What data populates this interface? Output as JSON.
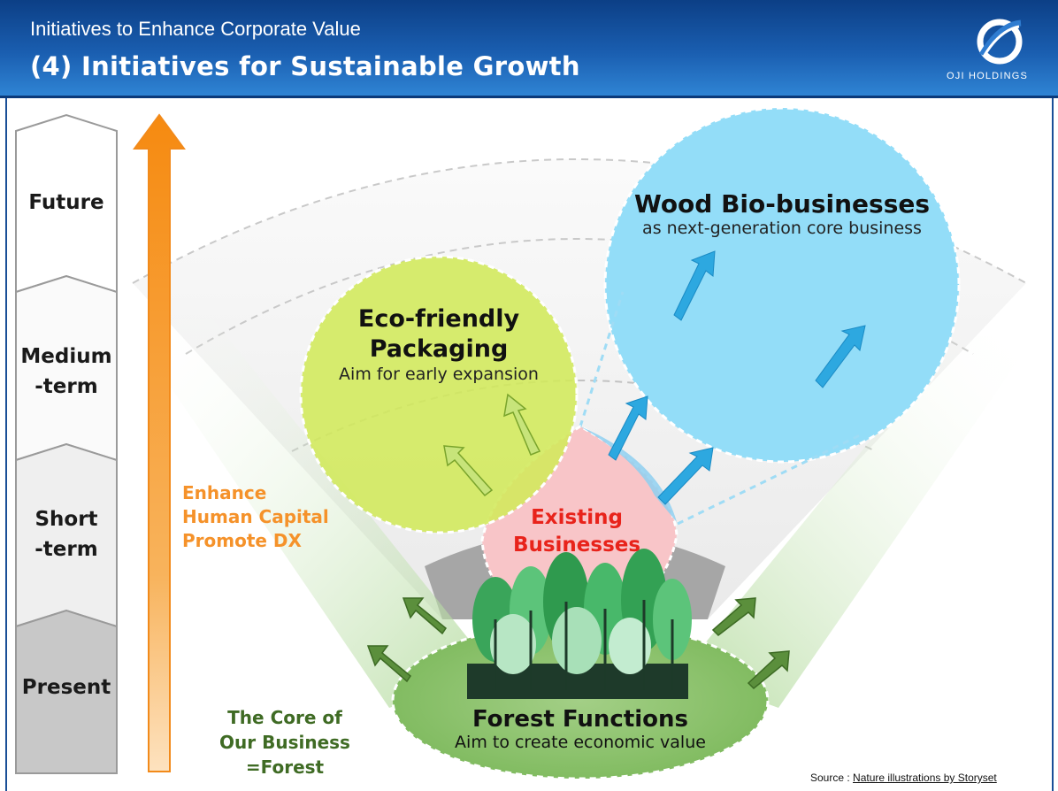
{
  "header": {
    "subtitle": "Initiatives to Enhance Corporate Value",
    "title": "(4) Initiatives for Sustainable Growth",
    "logo_text": "OJI HOLDINGS"
  },
  "timeline": {
    "stages": [
      "Future",
      "Medium\n-term",
      "Short\n-term",
      "Present"
    ]
  },
  "arrow_text": [
    "Enhance",
    "Human Capital",
    "Promote DX"
  ],
  "core_text": [
    "The Core of",
    "Our Business",
    "=Forest"
  ],
  "circles": {
    "wood": {
      "title": "Wood Bio-businesses",
      "subtitle": "as next-generation core business"
    },
    "eco": {
      "title": [
        "Eco-friendly",
        "Packaging"
      ],
      "subtitle": "Aim for early expansion"
    },
    "existing": {
      "title": [
        "Existing",
        "Businesses"
      ]
    },
    "forest": {
      "title": "Forest Functions",
      "subtitle": "Aim to create economic value"
    }
  },
  "source": {
    "prefix": "Source : ",
    "link": "Nature illustrations by Storyset"
  },
  "colors": {
    "header_dark": "#0c3f86",
    "header_light": "#2f84d4",
    "orange": "#f5922a",
    "wood_blue": "#7dd3f5",
    "eco_green": "#d4ea5c",
    "existing_pink": "#f7c6c9",
    "forest_green": "#8bc06a",
    "existing_text": "#e8231b",
    "core_text": "#3f6b24"
  }
}
